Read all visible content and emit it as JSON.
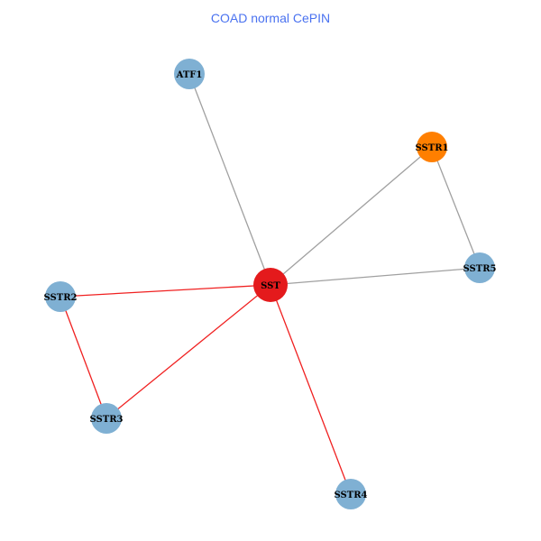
{
  "title": "COAD normal CePIN",
  "colors": {
    "title": "#4a72f0",
    "node_default": "#7fb0d3",
    "node_seed": "#e41a1c",
    "node_highlight": "#ff7f00",
    "edge_default": "#a0a0a0",
    "edge_seed": "#f02020"
  },
  "nodes": [
    {
      "id": "ATF1",
      "label": "ATF1",
      "type": "default"
    },
    {
      "id": "SSTR1",
      "label": "SSTR1",
      "type": "highlight"
    },
    {
      "id": "SSTR5",
      "label": "SSTR5",
      "type": "default"
    },
    {
      "id": "SST",
      "label": "SST",
      "type": "seed"
    },
    {
      "id": "SSTR2",
      "label": "SSTR2",
      "type": "default"
    },
    {
      "id": "SSTR3",
      "label": "SSTR3",
      "type": "default"
    },
    {
      "id": "SSTR4",
      "label": "SSTR4",
      "type": "default"
    }
  ],
  "edges": [
    {
      "source": "ATF1",
      "target": "SST",
      "type": "default"
    },
    {
      "source": "SSTR1",
      "target": "SST",
      "type": "default"
    },
    {
      "source": "SSTR1",
      "target": "SSTR5",
      "type": "default"
    },
    {
      "source": "SST",
      "target": "SSTR5",
      "type": "default"
    },
    {
      "source": "SST",
      "target": "SSTR2",
      "type": "seed"
    },
    {
      "source": "SSTR2",
      "target": "SSTR3",
      "type": "seed"
    },
    {
      "source": "SSTR3",
      "target": "SST",
      "type": "seed"
    },
    {
      "source": "SST",
      "target": "SSTR4",
      "type": "seed"
    }
  ]
}
